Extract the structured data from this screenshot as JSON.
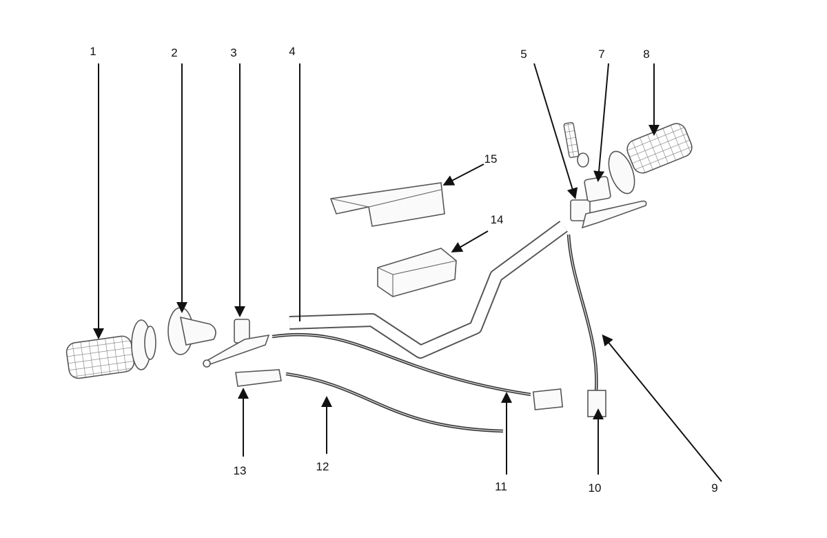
{
  "diagram": {
    "type": "exploded-parts-diagram",
    "callouts": [
      {
        "id": "1",
        "label": "1",
        "part": "left-grip"
      },
      {
        "id": "2",
        "label": "2",
        "part": "throttle-housing"
      },
      {
        "id": "3",
        "label": "3",
        "part": "left-lever-assembly"
      },
      {
        "id": "4",
        "label": "4",
        "part": "handlebar"
      },
      {
        "id": "5",
        "label": "5",
        "part": "right-lever-assembly"
      },
      {
        "id": "7",
        "label": "7",
        "part": "switch"
      },
      {
        "id": "8",
        "label": "8",
        "part": "right-grip"
      },
      {
        "id": "9",
        "label": "9",
        "part": "right-cable"
      },
      {
        "id": "10",
        "label": "10",
        "part": "right-cable-end"
      },
      {
        "id": "11",
        "label": "11",
        "part": "left-cable"
      },
      {
        "id": "12",
        "label": "12",
        "part": "throttle-cable"
      },
      {
        "id": "13",
        "label": "13",
        "part": "cable-end"
      },
      {
        "id": "14",
        "label": "14",
        "part": "bar-pad"
      },
      {
        "id": "15",
        "label": "15",
        "part": "cover"
      }
    ],
    "colors": {
      "line": "#111111",
      "part": "#555555"
    }
  }
}
